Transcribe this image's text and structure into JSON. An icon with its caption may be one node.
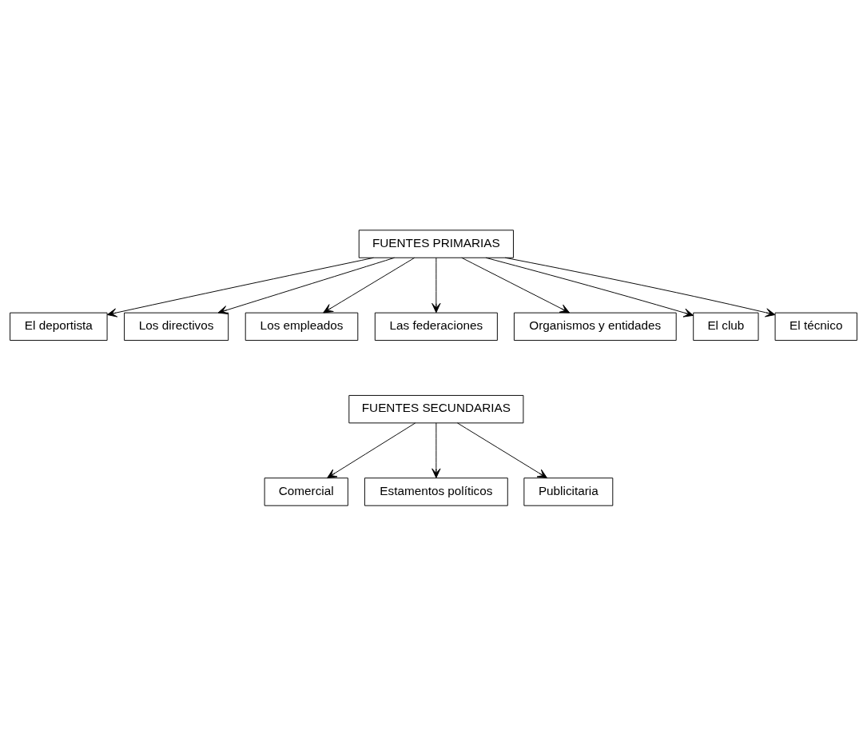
{
  "diagram": {
    "nodes": [
      {
        "text": [
          "FUENTES PRIMARIAS"
        ]
      },
      {
        "text": [
          "El técnico"
        ]
      },
      {
        "text": [
          "El deportista"
        ]
      },
      {
        "text": [
          "El club"
        ]
      },
      {
        "text": [
          "Los directivos"
        ]
      },
      {
        "text": [
          "Las federaciones"
        ]
      },
      {
        "text": [
          "Los empleados"
        ]
      },
      {
        "text": [
          "Organismos y entidades"
        ]
      },
      {
        "text": [
          "FUENTES SECUNDARIAS"
        ]
      },
      {
        "text": [
          "Comercial"
        ]
      },
      {
        "text": [
          "Estamentos políticos"
        ]
      },
      {
        "text": [
          "Publicitaria"
        ]
      }
    ],
    "edges": [
      {
        "from": 0,
        "to": 1,
        "arrow": "to"
      },
      {
        "from": 0,
        "to": 2,
        "arrow": "to"
      },
      {
        "from": 0,
        "to": 3,
        "arrow": "to"
      },
      {
        "from": 0,
        "to": 4,
        "arrow": "to"
      },
      {
        "from": 0,
        "to": 5,
        "arrow": "to"
      },
      {
        "from": 0,
        "to": 6,
        "arrow": "to"
      },
      {
        "from": 0,
        "to": 7,
        "arrow": "to"
      },
      {
        "from": 8,
        "to": 9,
        "arrow": "to"
      },
      {
        "from": 8,
        "to": 10,
        "arrow": "to"
      },
      {
        "from": 8,
        "to": 11,
        "arrow": "to"
      }
    ]
  }
}
